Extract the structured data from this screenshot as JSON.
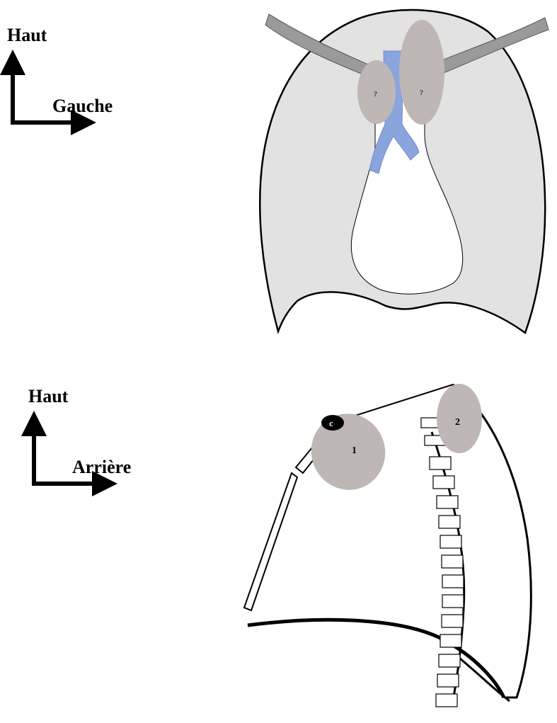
{
  "frontal_view": {
    "axis_up_label": "Haut",
    "axis_right_label": "Gauche",
    "mass_right_label": "?",
    "mass_left_label": "?"
  },
  "lateral_view": {
    "axis_up_label": "Haut",
    "axis_right_label": "Arrière",
    "mass_1_label": "1",
    "mass_2_label": "2",
    "clavicle_marker_label": "c"
  },
  "colors": {
    "lung_fill": "#e2e2e2",
    "mass_fill": "#bfb6b6",
    "airway_fill": "#8aa4dc",
    "vessel_fill": "#9a9a9a",
    "outline": "#000000"
  }
}
